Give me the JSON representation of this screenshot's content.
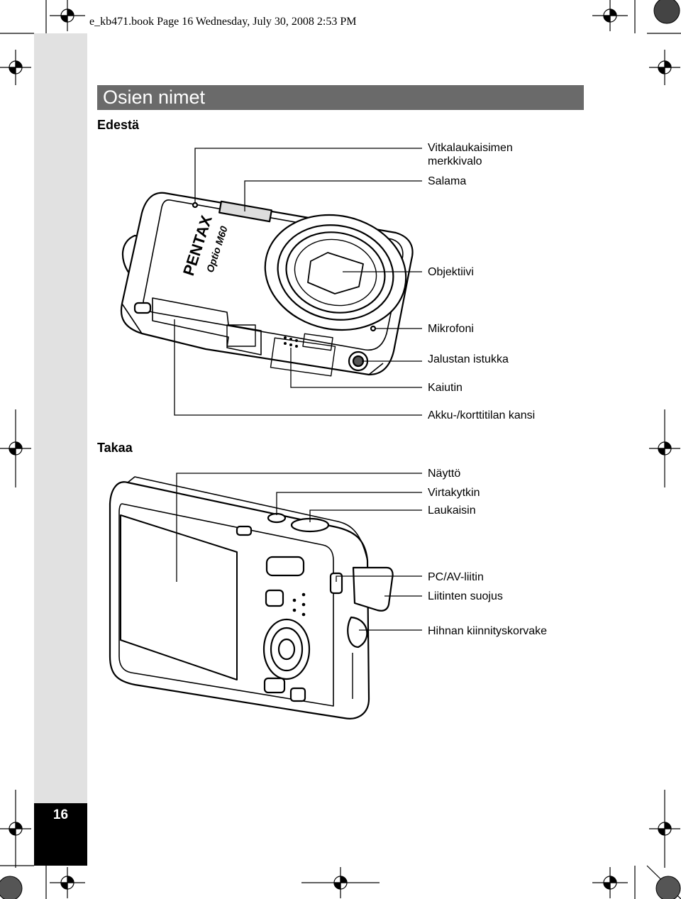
{
  "header": {
    "text": "e_kb471.book  Page 16  Wednesday, July 30, 2008  2:53 PM"
  },
  "page": {
    "title": "Osien nimet",
    "number": "16"
  },
  "front": {
    "heading": "Edestä",
    "brand": "PENTAX",
    "model": "Optio M60",
    "labels": {
      "self_timer_1": "Vitkalaukaisimen",
      "self_timer_2": "merkkivalo",
      "flash": "Salama",
      "lens": "Objektiivi",
      "microphone": "Mikrofoni",
      "tripod": "Jalustan istukka",
      "speaker": "Kaiutin",
      "battery_cover": "Akku-/korttitilan kansi"
    }
  },
  "back": {
    "heading": "Takaa",
    "labels": {
      "display": "Näyttö",
      "power": "Virtakytkin",
      "shutter": "Laukaisin",
      "pcav": "PC/AV-liitin",
      "terminal_cover": "Liitinten suojus",
      "strap": "Hihnan kiinnityskorvake"
    }
  }
}
